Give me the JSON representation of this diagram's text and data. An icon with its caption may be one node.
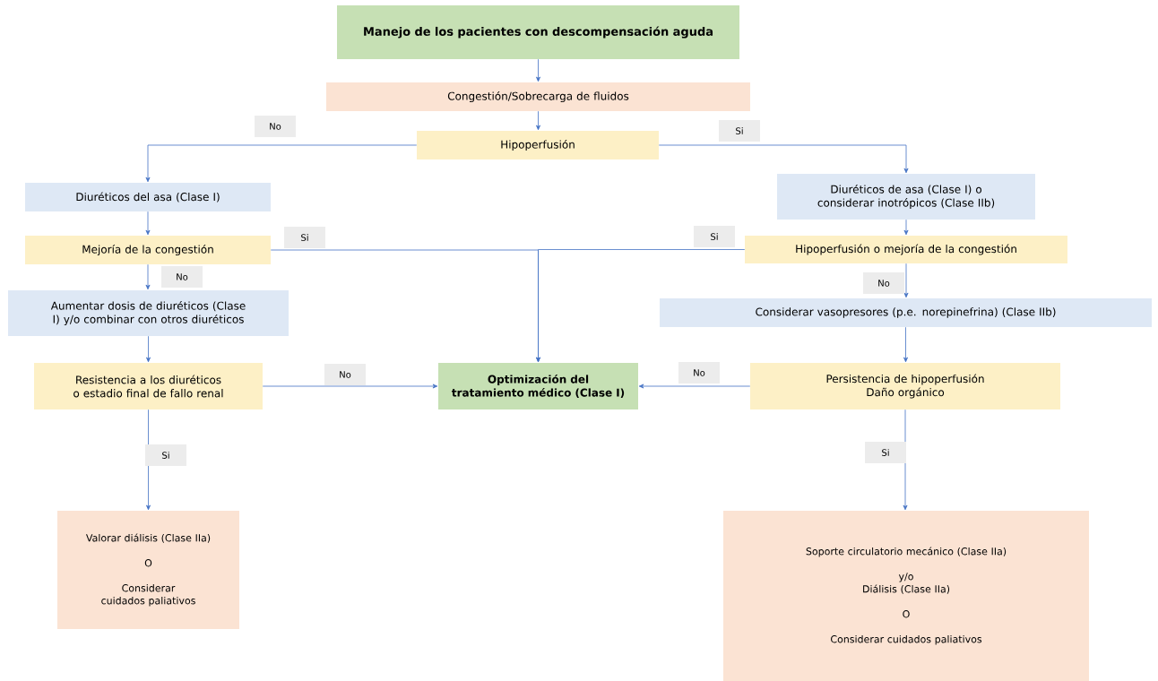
{
  "diagram": {
    "nodes": [
      {
        "text": [
          "Manejo de los pacientes con descompensación aguda"
        ]
      },
      {
        "text": [
          "Congestión/Sobrecarga de fluidos"
        ]
      },
      {
        "text": [
          "Hipoperfusión"
        ]
      },
      {
        "text": [
          "Diuréticos del asa (Clase I)"
        ]
      },
      {
        "text": [
          "Diuréticos de asa (Clase I) o considerar inotrópicos (Clase IIb)"
        ]
      },
      {
        "text": [
          "Mejoría de la congestión"
        ]
      },
      {
        "text": [
          "Hipoperfusión o mejoría de la congestión"
        ]
      },
      {
        "text": [
          "Aumentar dosis de diuréticos (Clase I) y/o combinar con otros diuréticos"
        ]
      },
      {
        "text": [
          "Considerar vasopresores (p.e. norepinefrina) (Clase IIb)"
        ]
      },
      {
        "text": [
          "Resistencia a los diuréticos o estadio final de fallo renal"
        ]
      },
      {
        "text": [
          "Optimización del tratamiento médico (Clase I)"
        ]
      },
      {
        "text": [
          "Persistencia de hipoperfusión",
          "Daño orgánico"
        ]
      },
      {
        "text": [
          "Valorar diálisis (Clase IIa)",
          "O",
          "Considerar cuidados paliativos"
        ]
      },
      {
        "text": [
          "Soporte circulatorio mecánico (Clase IIa)",
          "y/o",
          "Diálisis (Clase IIa)",
          "O",
          "Considerar cuidados paliativos"
        ]
      }
    ],
    "edges": [
      {
        "from": 0,
        "to": 1,
        "arrow": "to"
      },
      {
        "from": 1,
        "to": 2,
        "arrow": "to"
      },
      {
        "from": 2,
        "to": 3,
        "arrow": "to",
        "label": "No"
      },
      {
        "from": 2,
        "to": 4,
        "arrow": "to",
        "label": "Si"
      },
      {
        "from": 3,
        "to": 5,
        "arrow": "to"
      },
      {
        "from": 4,
        "to": 6,
        "arrow": "to"
      },
      {
        "from": 5,
        "to": 7,
        "arrow": "to",
        "label": "No"
      },
      {
        "from": 7,
        "to": 9,
        "arrow": "to"
      },
      {
        "from": 5,
        "to": 10,
        "arrow": "to",
        "label": "Si"
      },
      {
        "from": 6,
        "to": 10,
        "arrow": "to",
        "label": "Si"
      },
      {
        "from": 6,
        "to": 8,
        "arrow": "to",
        "label": "No"
      },
      {
        "from": 8,
        "to": 11,
        "arrow": "to"
      },
      {
        "from": 9,
        "to": 10,
        "arrow": "to",
        "label": "No"
      },
      {
        "from": 11,
        "to": 10,
        "arrow": "to",
        "label": "No"
      },
      {
        "from": 9,
        "to": 12,
        "arrow": "to",
        "label": "Si"
      },
      {
        "from": 11,
        "to": 13,
        "arrow": "to",
        "label": "Si"
      }
    ]
  }
}
